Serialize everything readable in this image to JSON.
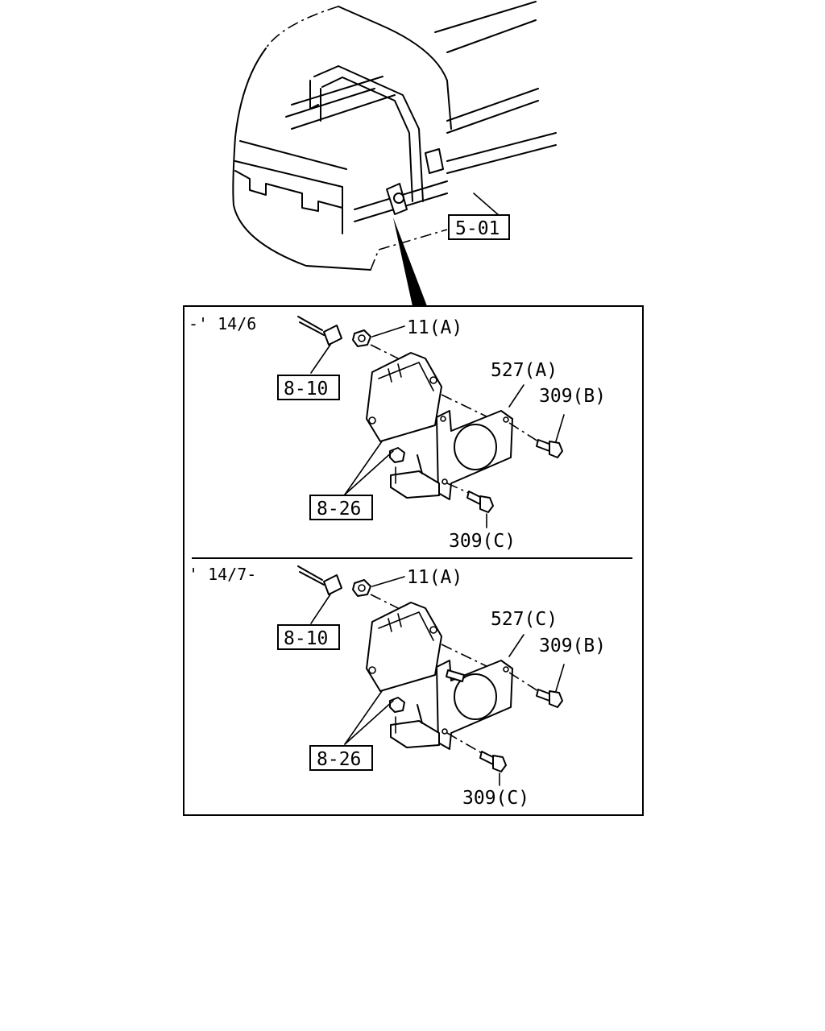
{
  "overview": {
    "ref_label": "5-01"
  },
  "panels": [
    {
      "date_range": "-' 14/6",
      "labels": {
        "nut": "11(A)",
        "bracket": "527(A)",
        "bolt_b": "309(B)",
        "bolt_c": "309(C)",
        "connector": "8-10",
        "ref_826": "8-26"
      }
    },
    {
      "date_range": "' 14/7-",
      "labels": {
        "nut": "11(A)",
        "bracket": "527(C)",
        "bolt_b": "309(B)",
        "bolt_c": "309(C)",
        "connector": "8-10",
        "ref_826": "8-26"
      }
    }
  ]
}
